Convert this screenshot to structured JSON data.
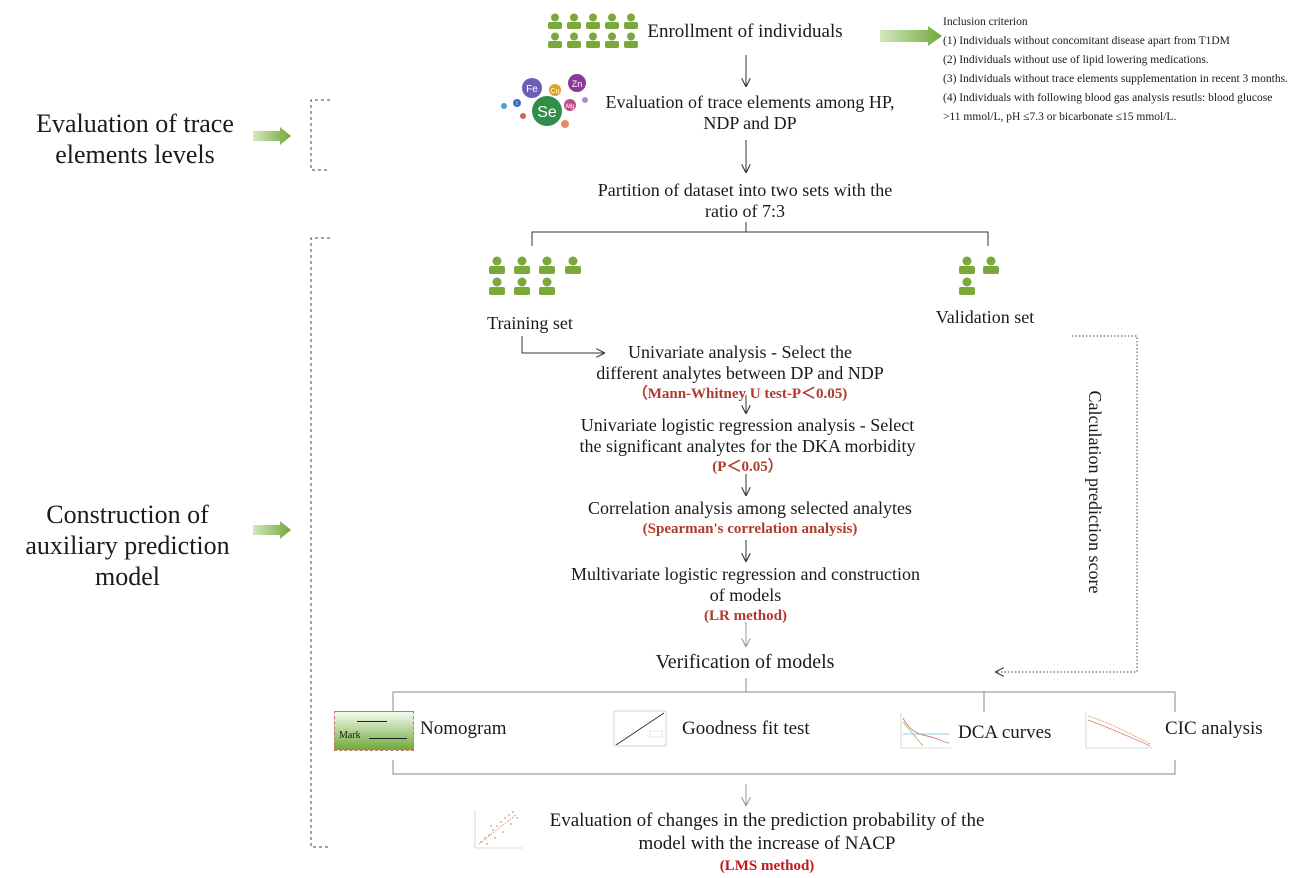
{
  "stages": {
    "evaluation": "Evaluation of trace elements levels",
    "construction": "Construction of auxiliary prediction model"
  },
  "steps": {
    "enrollment": "Enrollment of individuals",
    "evaluation": "Evaluation of trace elements among HP, NDP and DP",
    "partition": "Partition of dataset into two sets with the ratio of 7:3",
    "training_set": "Training set",
    "validation_set": "Validation set",
    "univariate": "Univariate analysis - Select the different analytes between DP and NDP",
    "univariate_method": "（Mann-Whitney U test-P＜0.05)",
    "logistic": "Univariate logistic regression analysis - Select the significant analytes for the DKA morbidity",
    "logistic_method": "(P＜0.05）",
    "correlation": "Correlation analysis among selected analytes",
    "correlation_method": "(Spearman's correlation analysis)",
    "multivariate": "Multivariate logistic regression and construction of models",
    "multivariate_method": "(LR method)",
    "verification": "Verification of models",
    "calc_score": "Calculation prediction score",
    "final": "Evaluation of changes in the prediction probability of the model with the increase of NACP",
    "final_method": "(LMS method)"
  },
  "inclusion": {
    "title": "Inclusion criterion",
    "items": [
      "(1)  Individuals without concomitant disease apart from T1DM",
      "(2) Individuals without use of lipid lowering medications.",
      "(3) Individuals without trace elements supplementation in recent 3 months.",
      "(4) Individuals with following blood gas analysis resutls: blood glucose",
      ">11 mmol/L, pH ≤7.3 or bicarbonate ≤15 mmol/L."
    ]
  },
  "methods": [
    {
      "label": "Nomogram"
    },
    {
      "label": "Goodness fit test"
    },
    {
      "label": "DCA curves"
    },
    {
      "label": "CIC analysis"
    }
  ],
  "nomogram_thumb_text": "Mark",
  "elements_icon": {
    "symbols": [
      "Fe",
      "Zn",
      "Cu",
      "Se",
      "Mg",
      "I"
    ]
  },
  "colors": {
    "person": "#7aa83b",
    "arrow_green": "#8fbf5a",
    "method_red": "#b03a2e"
  }
}
